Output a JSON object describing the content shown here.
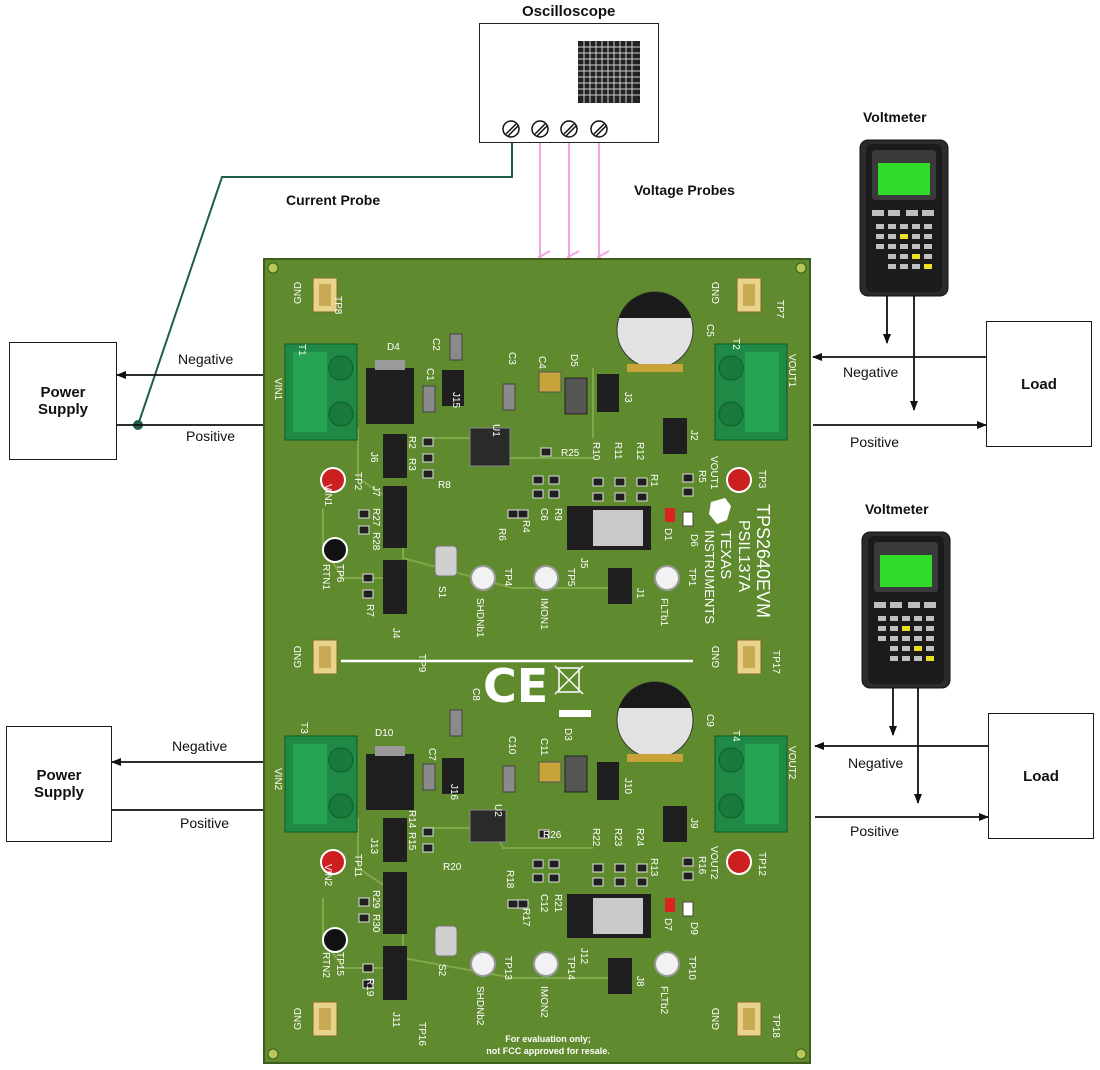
{
  "instruments": {
    "oscilloscope": "Oscilloscope",
    "voltmeter_top": "Voltmeter",
    "voltmeter_bottom": "Voltmeter"
  },
  "probes": {
    "current": "Current Probe",
    "voltage": "Voltage Probes"
  },
  "supply": {
    "top": {
      "label_line1": "Power",
      "label_line2": "Supply",
      "negative": "Negative",
      "positive": "Positive"
    },
    "bottom": {
      "label_line1": "Power",
      "label_line2": "Supply",
      "negative": "Negative",
      "positive": "Positive"
    }
  },
  "load": {
    "top": {
      "label": "Load",
      "negative": "Negative",
      "positive": "Positive"
    },
    "bottom": {
      "label": "Load",
      "negative": "Negative",
      "positive": "Positive"
    }
  },
  "board": {
    "title": "TPS2640EVM",
    "part": "PSIL137A",
    "brand_line1": "TEXAS",
    "brand_line2": "INSTRUMENTS",
    "footer_line1": "For evaluation only;",
    "footer_line2": "not FCC approved for resale.",
    "ce": "CE",
    "refs_top": {
      "TP8": "TP8",
      "TP7": "TP7",
      "GND_a": "GND",
      "GND_b": "GND",
      "T1": "T1",
      "T2": "T2",
      "VIN1": "VIN1",
      "VOUT1": "VOUT1",
      "D4": "D4",
      "C2": "C2",
      "C1": "C1",
      "C3": "C3",
      "C4": "C4",
      "D5": "D5",
      "C5": "C5",
      "J15": "J15",
      "J3": "J3",
      "J2": "J2",
      "J6": "J6",
      "J7": "J7",
      "R25": "R25",
      "R8": "R8",
      "R2": "R2",
      "R3": "R3",
      "R27": "R27",
      "R28": "R28",
      "R6": "R6",
      "R4": "R4",
      "R9": "R9",
      "C6": "C6",
      "R10": "R10",
      "R11": "R11",
      "R12": "R12",
      "R1": "R1",
      "R5": "R5",
      "D1": "D1",
      "D6": "D6",
      "J5": "J5",
      "J1": "J1",
      "J4": "J4",
      "R7": "R7",
      "S1": "S1",
      "TP2": "TP2",
      "TP3": "TP3",
      "TP6": "TP6",
      "TP4": "TP4",
      "TP5": "TP5",
      "TP1": "TP1",
      "RTN1": "RTN1",
      "SHDNb1": "SHDNb1",
      "IMON1": "IMON1",
      "FLTb1": "FLTb1",
      "U1": "U1",
      "TP9": "TP9",
      "TP17": "TP17",
      "GND_c": "GND",
      "GND_d": "GND"
    },
    "refs_bottom": {
      "C8": "C8",
      "D3": "D3",
      "C9": "C9",
      "T3": "T3",
      "T4": "T4",
      "D10": "D10",
      "C7": "C7",
      "C10": "C10",
      "C11": "C11",
      "J16": "J16",
      "U2": "U2",
      "J10": "J10",
      "J9": "J9",
      "VIN2": "VIN2",
      "VOUT2": "VOUT2",
      "R14": "R14",
      "R15": "R15",
      "R20": "R20",
      "R26": "R26",
      "R22": "R22",
      "R23": "R23",
      "R24": "R24",
      "R13": "R13",
      "R16": "R16",
      "J13": "J13",
      "R18": "R18",
      "R21": "R21",
      "C12": "C12",
      "R29": "R29",
      "R30": "R30",
      "R17": "R17",
      "J12": "J12",
      "D7": "D7",
      "D9": "D9",
      "TP11": "TP11",
      "TP12": "TP12",
      "TP15": "TP15",
      "RTN2": "RTN2",
      "S2": "S2",
      "TP13": "TP13",
      "TP14": "TP14",
      "TP10": "TP10",
      "J8": "J8",
      "R19": "R19",
      "J11": "J11",
      "SHDNb2": "SHDNb2",
      "IMON2": "IMON2",
      "FLTb2": "FLTb2",
      "TP16": "TP16",
      "TP18": "TP18",
      "GND_e": "GND",
      "GND_f": "GND"
    }
  },
  "colors": {
    "pcb": "#5f8a2e",
    "pcb_dark": "#4b7022",
    "terminal": "#1f8a45",
    "probe_line": "#f2a5e6",
    "current_line": "#1f5e4e",
    "voltmeter_screen": "#1fe01f"
  }
}
